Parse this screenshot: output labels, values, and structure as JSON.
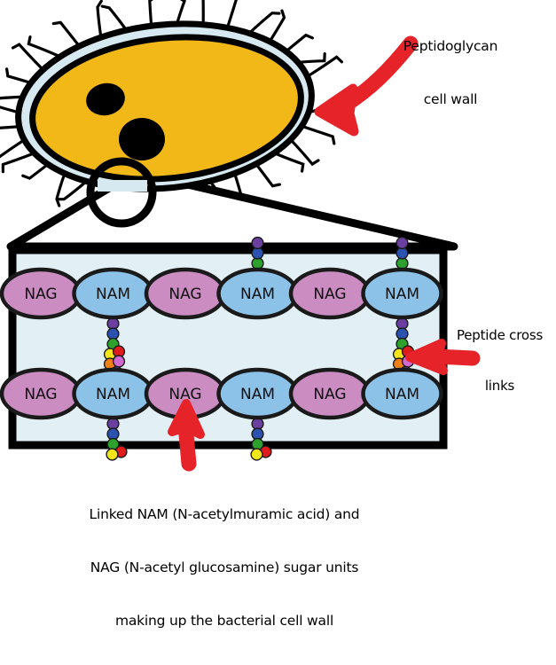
{
  "figure": {
    "title": "Bacterial peptidoglycan cell wall diagram",
    "background_color": "#ffffff"
  },
  "annotations": {
    "top_right": {
      "name": "peptidoglycan-cell-wall-label",
      "line1": "Peptidoglycan",
      "line2": "cell wall",
      "text": "Peptidoglycan\ncell wall"
    },
    "right": {
      "name": "peptide-cross-links-label",
      "line1": "Peptide cross",
      "line2": "links",
      "text": "Peptide cross\nlinks"
    },
    "bottom": {
      "name": "sugar-units-caption",
      "line1": "Linked NAM (N-acetylmuramic acid) and",
      "line2": "NAG (N-acetyl glucosamine) sugar units",
      "line3": "making up the bacterial cell wall",
      "text": "Linked NAM (N-acetylmuramic acid) and\nNAG (N-acetyl glucosamine) sugar units\nmaking up the bacterial cell wall"
    }
  },
  "arrows": {
    "color": "#e52329",
    "items": [
      {
        "name": "arrow-to-cell-wall",
        "points_to": "bacterium cell wall",
        "direction": "left"
      },
      {
        "name": "arrow-to-cross-links",
        "points_to": "peptide cross link chain",
        "direction": "left"
      },
      {
        "name": "arrow-to-sugar-units",
        "points_to": "NAG sugar unit",
        "direction": "up"
      }
    ]
  },
  "bacterium": {
    "name": "bacterium-cell",
    "cytoplasm_color": "#f2b818",
    "cell_wall_color": "#d6e9f0",
    "outline_color": "#000000",
    "inclusion_color": "#000000",
    "has_pili": true,
    "pili_count": 34,
    "inclusions": 2
  },
  "magnifier": {
    "name": "magnifier-circle",
    "outline_color": "#000000",
    "lens_highlight_color": "#d6e9f0"
  },
  "wall_panel": {
    "name": "peptidoglycan-panel",
    "fill_color": "#e2f0f5",
    "border_color": "#000000",
    "rows": [
      {
        "name": "sugar-row-top",
        "units": [
          {
            "label": "NAG",
            "type": "NAG",
            "color": "#cb8cc2"
          },
          {
            "label": "NAM",
            "type": "NAM",
            "color": "#8cc2e8"
          },
          {
            "label": "NAG",
            "type": "NAG",
            "color": "#cb8cc2"
          },
          {
            "label": "NAM",
            "type": "NAM",
            "color": "#8cc2e8"
          },
          {
            "label": "NAG",
            "type": "NAG",
            "color": "#cb8cc2"
          },
          {
            "label": "NAM",
            "type": "NAM",
            "color": "#8cc2e8"
          }
        ]
      },
      {
        "name": "sugar-row-bottom",
        "units": [
          {
            "label": "NAG",
            "type": "NAG",
            "color": "#cb8cc2"
          },
          {
            "label": "NAM",
            "type": "NAM",
            "color": "#8cc2e8"
          },
          {
            "label": "NAG",
            "type": "NAG",
            "color": "#cb8cc2"
          },
          {
            "label": "NAM",
            "type": "NAM",
            "color": "#8cc2e8"
          },
          {
            "label": "NAG",
            "type": "NAG",
            "color": "#cb8cc2"
          },
          {
            "label": "NAM",
            "type": "NAM",
            "color": "#8cc2e8"
          }
        ]
      }
    ],
    "peptide_bead_colors": {
      "purple": "#6b3fa0",
      "blue": "#2b52b0",
      "green": "#2ea02e",
      "red": "#e01b1b",
      "yellow": "#f2e61a",
      "orange": "#f07f18",
      "magenta": "#d06ad0"
    },
    "full_crosslinks": [
      {
        "name": "crosslink-column-2",
        "attached_to_unit": "NAM",
        "bead_sequence": [
          "purple",
          "blue",
          "green",
          "yellow",
          "red",
          "orange",
          "magenta",
          "purple",
          "blue",
          "green"
        ]
      },
      {
        "name": "crosslink-column-6",
        "attached_to_unit": "NAM",
        "bead_sequence": [
          "purple",
          "blue",
          "green",
          "yellow",
          "red",
          "orange",
          "magenta",
          "purple",
          "blue",
          "green"
        ]
      }
    ],
    "stub_chains": [
      {
        "name": "stub-top-nam4",
        "bead_sequence": [
          "purple",
          "blue",
          "green"
        ]
      },
      {
        "name": "stub-top-nam6",
        "bead_sequence": [
          "purple",
          "blue",
          "green"
        ]
      },
      {
        "name": "stub-bottom-nam2",
        "bead_sequence": [
          "purple",
          "blue",
          "green",
          "yellow",
          "red"
        ]
      },
      {
        "name": "stub-bottom-nam4",
        "bead_sequence": [
          "purple",
          "blue",
          "green",
          "yellow",
          "red"
        ]
      }
    ]
  }
}
